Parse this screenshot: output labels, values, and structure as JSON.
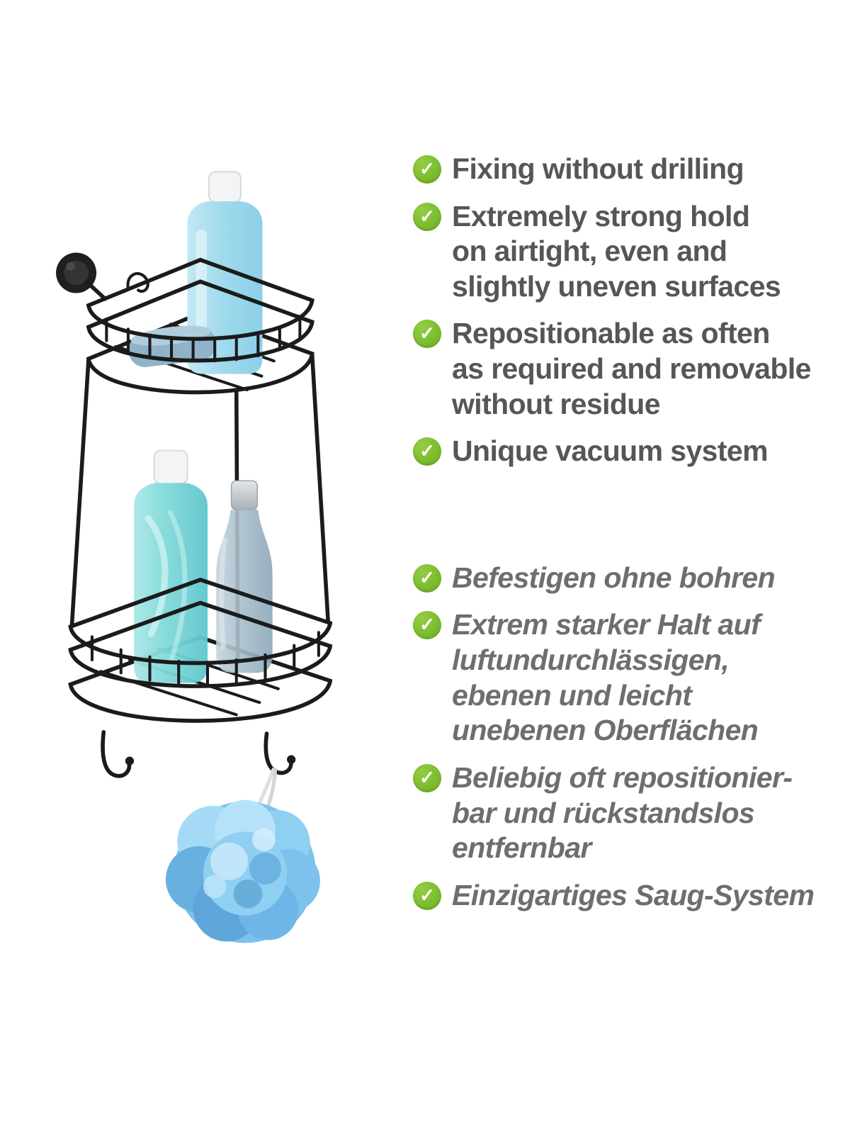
{
  "colors": {
    "background": "#ffffff",
    "check_green": "#76b82a",
    "text_en": "#565655",
    "text_de": "#6e6e6d",
    "wire": "#1b1b1b"
  },
  "icons": {
    "check": "✓"
  },
  "features_en": {
    "items": [
      {
        "text": "Fixing without drilling"
      },
      {
        "text": "Extremely strong hold\non airtight, even and\nslightly uneven surfaces"
      },
      {
        "text": "Repositionable as often\nas required and removable\nwithout residue"
      },
      {
        "text": "Unique vacuum system"
      }
    ]
  },
  "features_de": {
    "items": [
      {
        "text": "Befestigen ohne bohren"
      },
      {
        "text": "Extrem starker Halt auf\nluftundurchlässigen,\nebenen und leicht\nunebenen Oberflächen"
      },
      {
        "text": "Beliebig oft repositionier-\nbar und rückstandslos\nentfernbar"
      },
      {
        "text": "Einzigartiges Saug-System"
      }
    ]
  }
}
